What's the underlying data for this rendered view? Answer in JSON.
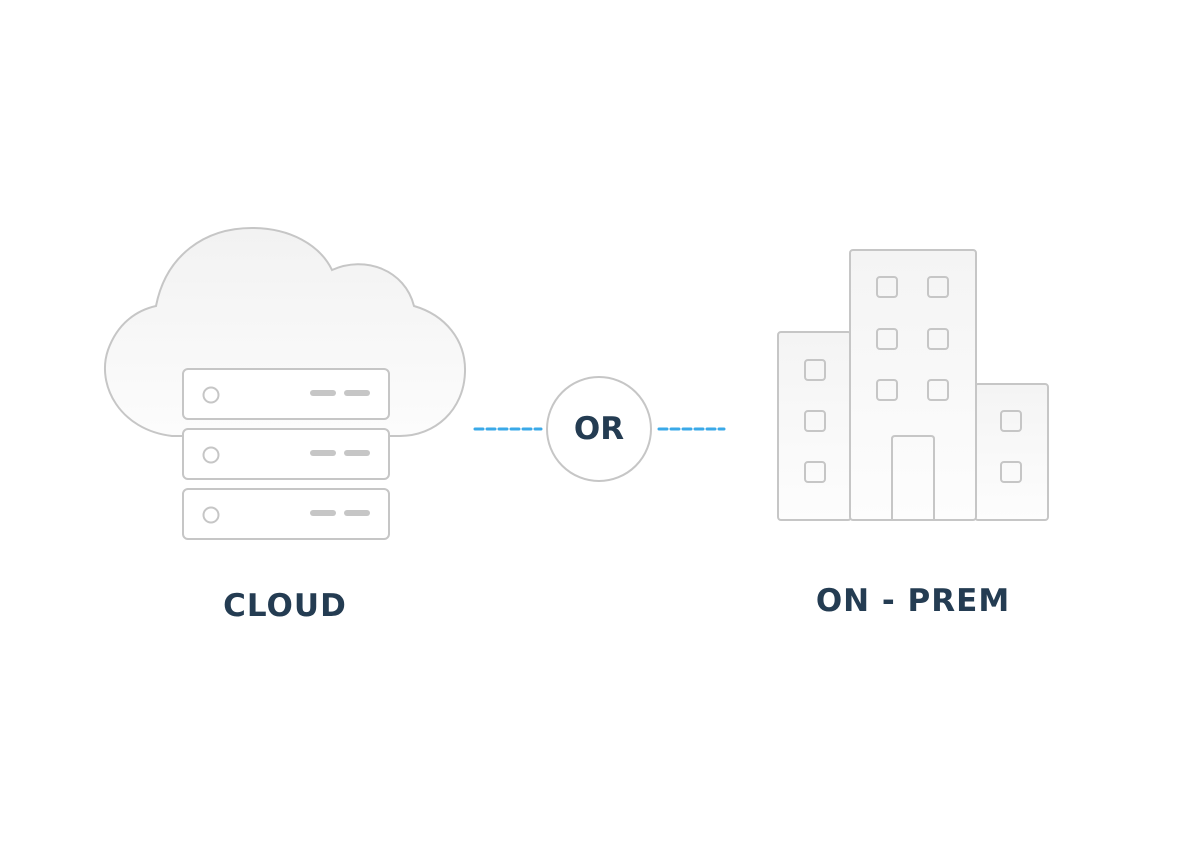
{
  "diagram": {
    "left_option": {
      "label": "CLOUD",
      "icon": "cloud-server-icon",
      "server_units": 3
    },
    "separator": {
      "label": "OR",
      "connector_color": "#3aa9e8"
    },
    "right_option": {
      "label": "ON - PREM",
      "icon": "office-buildings-icon"
    }
  },
  "colors": {
    "label_text": "#243c52",
    "outline": "#c6c6c6",
    "fill": "#f7f7f7",
    "connector": "#3aa9e8"
  }
}
